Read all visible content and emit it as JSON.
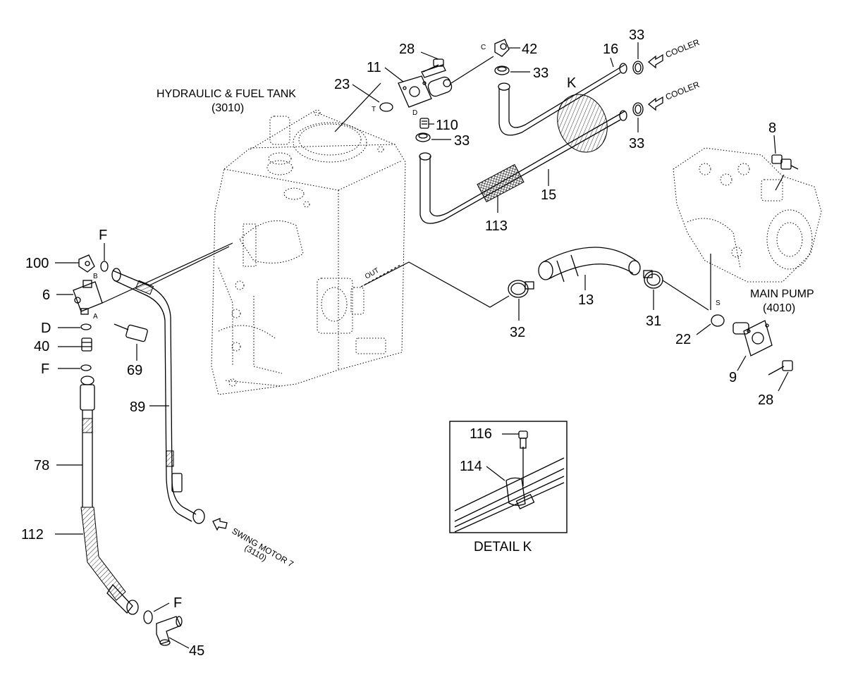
{
  "labels": {
    "tank_name": "HYDRAULIC & FUEL TANK",
    "tank_code": "(3010)",
    "pump_name": "MAIN PUMP",
    "pump_code": "(4010)",
    "cooler_top": "COOLER",
    "cooler_bottom": "COOLER",
    "swing_motor": "SWING MOTOR 7",
    "swing_code": "(3110)",
    "detail_k": "DETAIL K",
    "port_out": "OUT",
    "port_c": "C",
    "port_t": "T",
    "port_d": "D",
    "port_b": "B",
    "port_a": "A",
    "port_s": "S",
    "detail_marker": "K"
  },
  "callouts": {
    "p28_top": "28",
    "p42": "42",
    "p11": "11",
    "p23": "23",
    "p33_a": "33",
    "p33_b": "33",
    "p33_c": "33",
    "p33_d": "33",
    "p16": "16",
    "p110": "110",
    "p15": "15",
    "p113": "113",
    "p8": "8",
    "p100": "100",
    "pF_a": "F",
    "p6": "6",
    "pD": "D",
    "p40": "40",
    "pF_b": "F",
    "p69": "69",
    "p89": "89",
    "p13": "13",
    "p32": "32",
    "p31": "31",
    "p22": "22",
    "p9": "9",
    "p28_bottom": "28",
    "p78": "78",
    "p112": "112",
    "pF_c": "F",
    "p45": "45",
    "p116": "116",
    "p114": "114"
  }
}
